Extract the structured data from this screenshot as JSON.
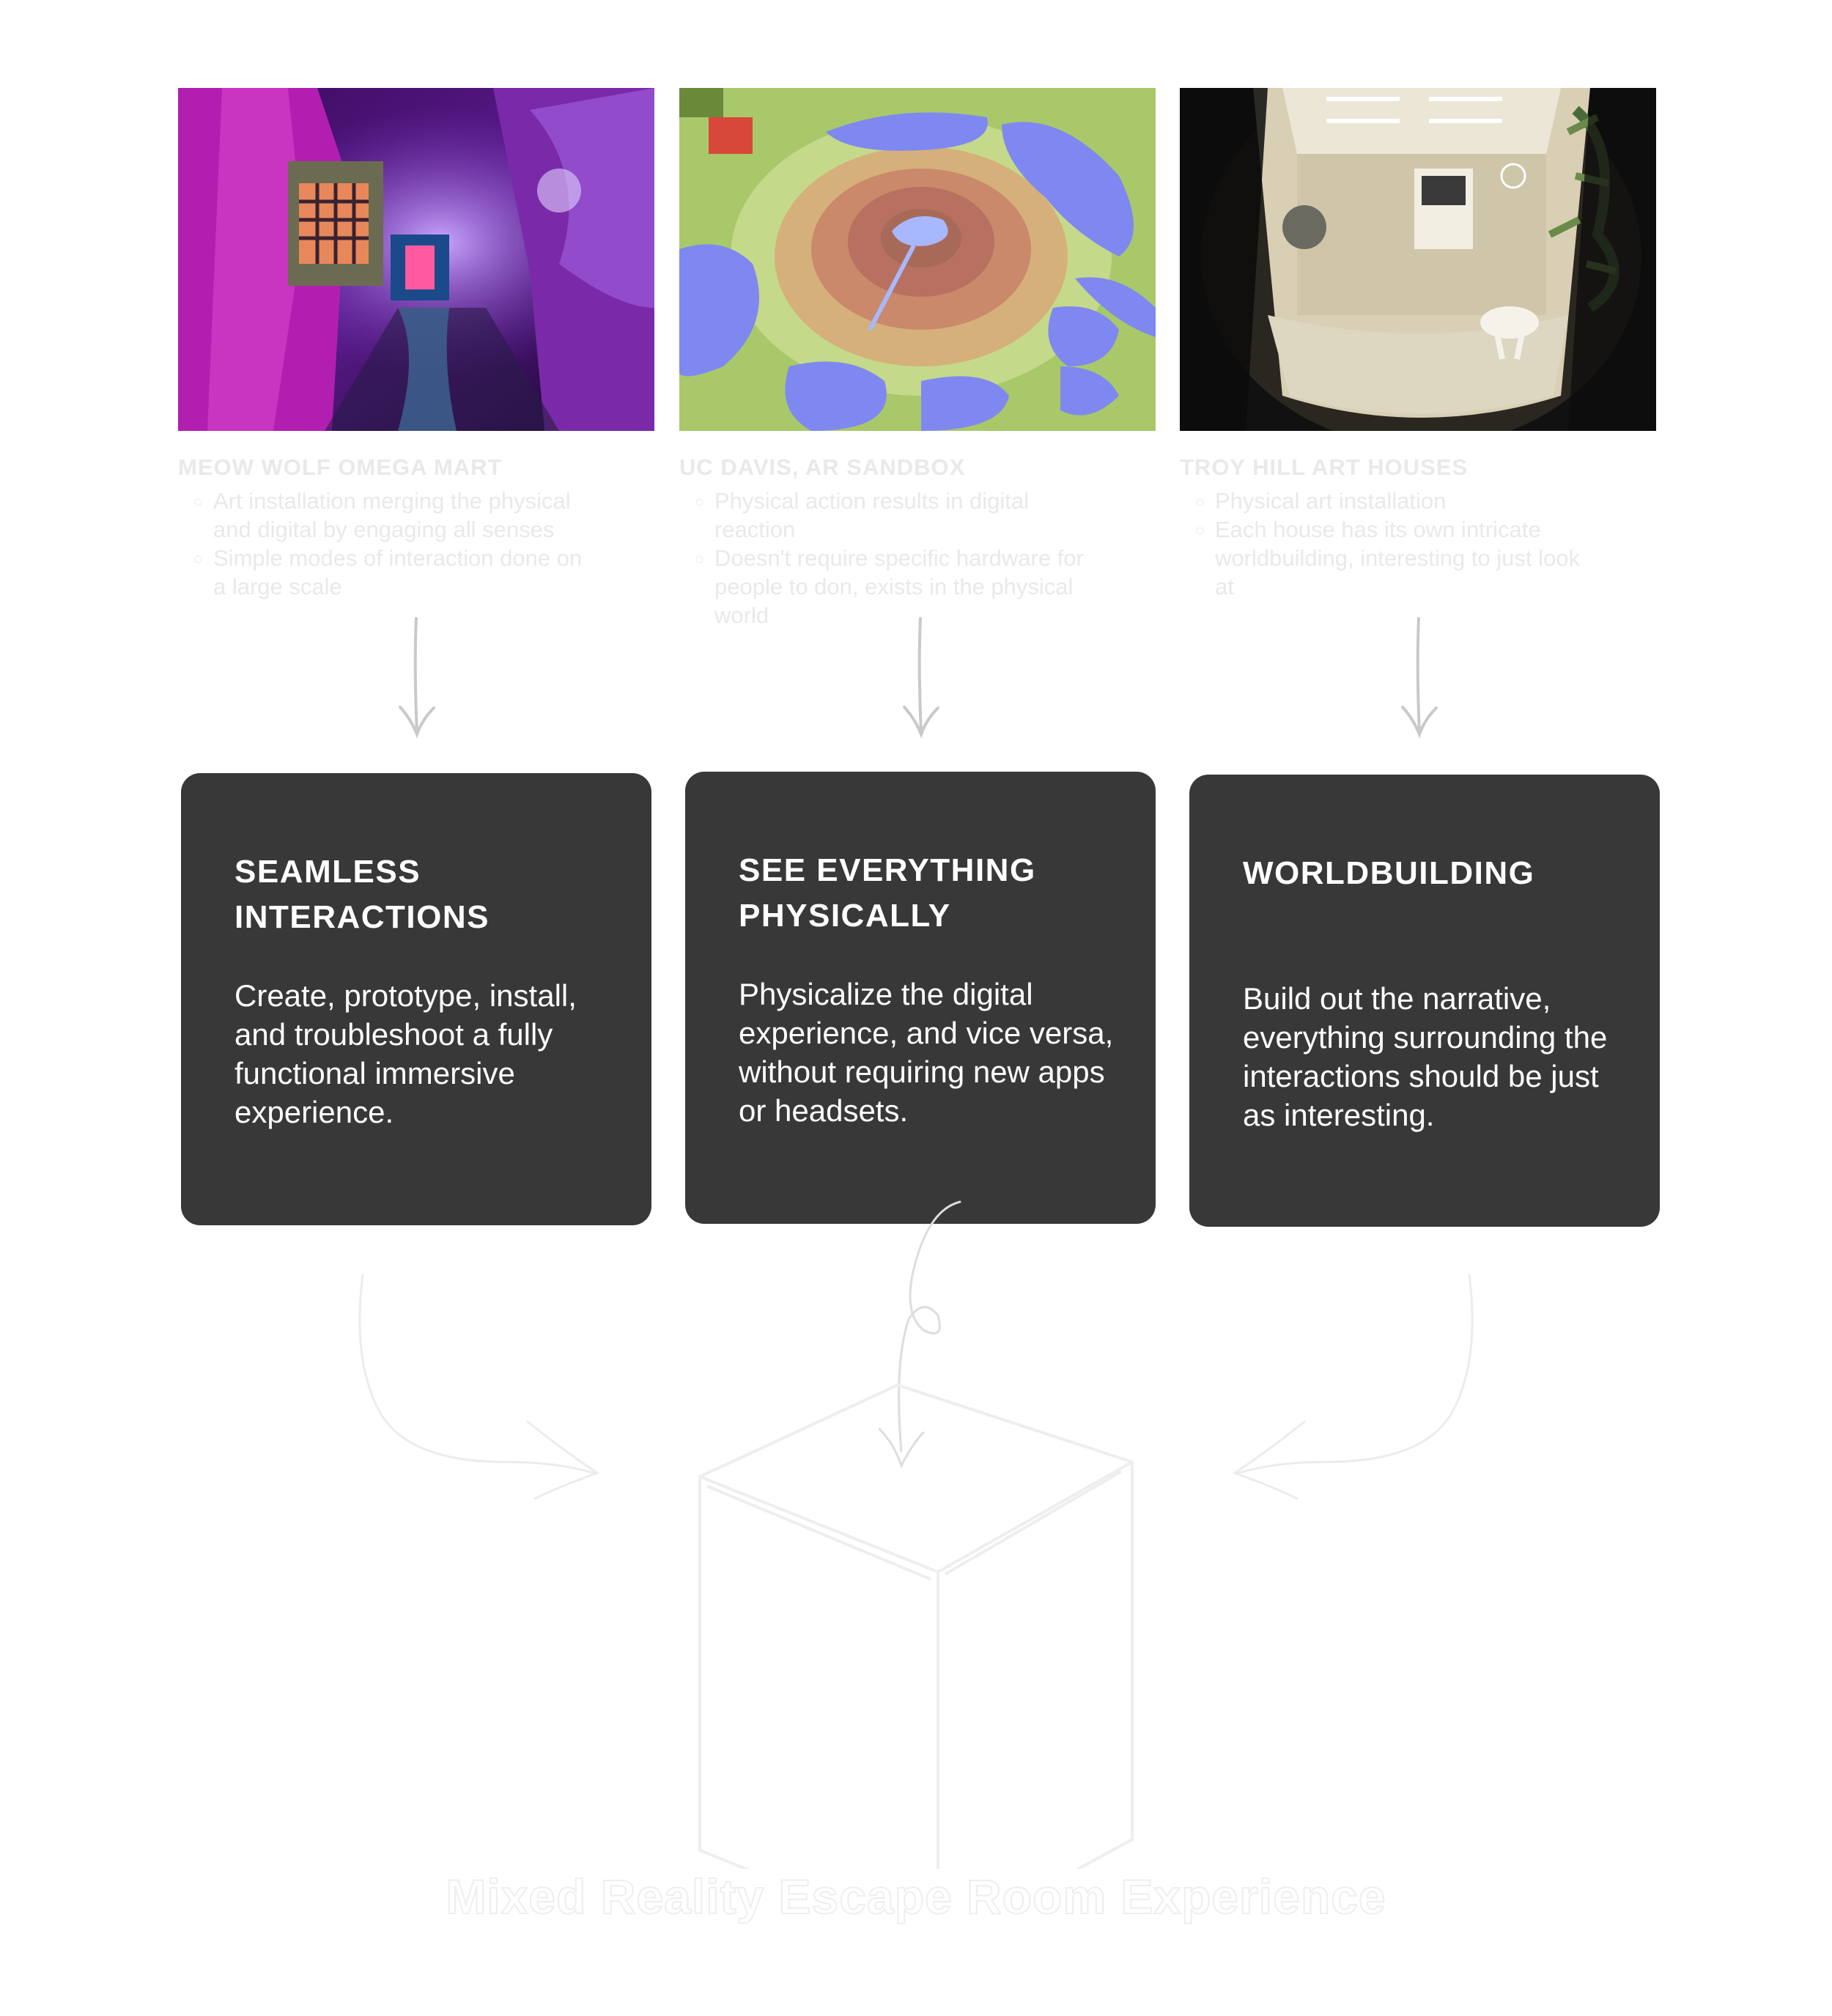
{
  "references": [
    {
      "image_description": "purple-lit immersive art installation",
      "title": "MEOW WOLF OMEGA MART",
      "bullets": [
        "Art installation merging the physical and digital by engaging all senses",
        "Simple modes of interaction done on a large scale"
      ]
    },
    {
      "image_description": "augmented reality sandbox topographic projection",
      "title": "UC DAVIS, AR SANDBOX",
      "bullets": [
        "Physical action results in digital reaction",
        "Doesn't require specific hardware for people to don, exists in the physical world"
      ]
    },
    {
      "image_description": "fisheye view into a retro futuristic room",
      "title": "TROY HILL ART HOUSES",
      "bullets": [
        "Physical art installation",
        "Each house has its own intricate worldbuilding, interesting to just look at"
      ]
    }
  ],
  "cards": [
    {
      "title": "SEAMLESS INTERACTIONS",
      "body": "Create, prototype, install, and troubleshoot a fully functional immersive experience."
    },
    {
      "title": "SEE EVERYTHING PHYSICALLY",
      "body": "Physicalize the digital experience, and vice versa, without requiring new apps or headsets."
    },
    {
      "title": "WORLDBUILDING",
      "body": "Build out the narrative, everything surrounding the interactions should be just as interesting."
    }
  ],
  "outcome": {
    "title": "Mixed Reality Escape Room Experience",
    "icon": "cube-icon"
  },
  "colors": {
    "card_background": "#383838",
    "card_text": "#ffffff",
    "faint_text": "#e9e9e9",
    "arrow": "#c9c9c9"
  }
}
